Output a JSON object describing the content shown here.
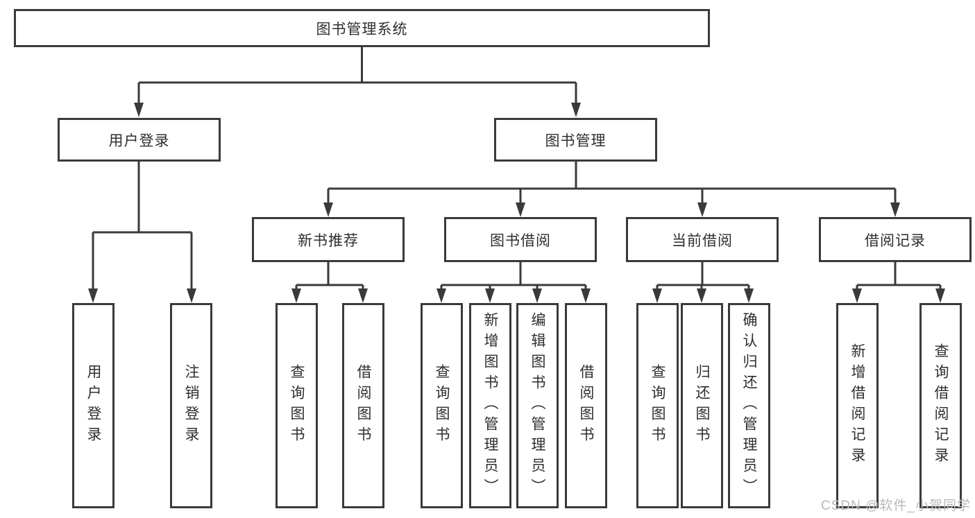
{
  "diagram": {
    "title": "图书管理系统",
    "root": {
      "label": "图书管理系统"
    },
    "level2": [
      {
        "label": "用户登录"
      },
      {
        "label": "图书管理"
      }
    ],
    "level3": [
      {
        "label": "新书推荐"
      },
      {
        "label": "图书借阅"
      },
      {
        "label": "当前借阅"
      },
      {
        "label": "借阅记录"
      }
    ],
    "leaves": [
      {
        "label": "用户登录",
        "parent": "用户登录"
      },
      {
        "label": "注销登录",
        "parent": "用户登录"
      },
      {
        "label": "查询图书",
        "parent": "新书推荐"
      },
      {
        "label": "借阅图书",
        "parent": "新书推荐"
      },
      {
        "label": "查询图书",
        "parent": "图书借阅"
      },
      {
        "label": "新增图书（管理员）",
        "parent": "图书借阅"
      },
      {
        "label": "编辑图书（管理员）",
        "parent": "图书借阅"
      },
      {
        "label": "借阅图书",
        "parent": "图书借阅"
      },
      {
        "label": "查询图书",
        "parent": "当前借阅"
      },
      {
        "label": "归还图书",
        "parent": "当前借阅"
      },
      {
        "label": "确认归还（管理员）",
        "parent": "当前借阅"
      },
      {
        "label": "新增借阅记录",
        "parent": "借阅记录"
      },
      {
        "label": "查询借阅记录",
        "parent": "借阅记录"
      }
    ]
  },
  "watermark": {
    "text": "CSDN @软件_小贺同学"
  },
  "colors": {
    "border": "#3a3a3a",
    "text": "#2e2e2e",
    "watermark": "#b9b9b9",
    "background": "#ffffff"
  }
}
